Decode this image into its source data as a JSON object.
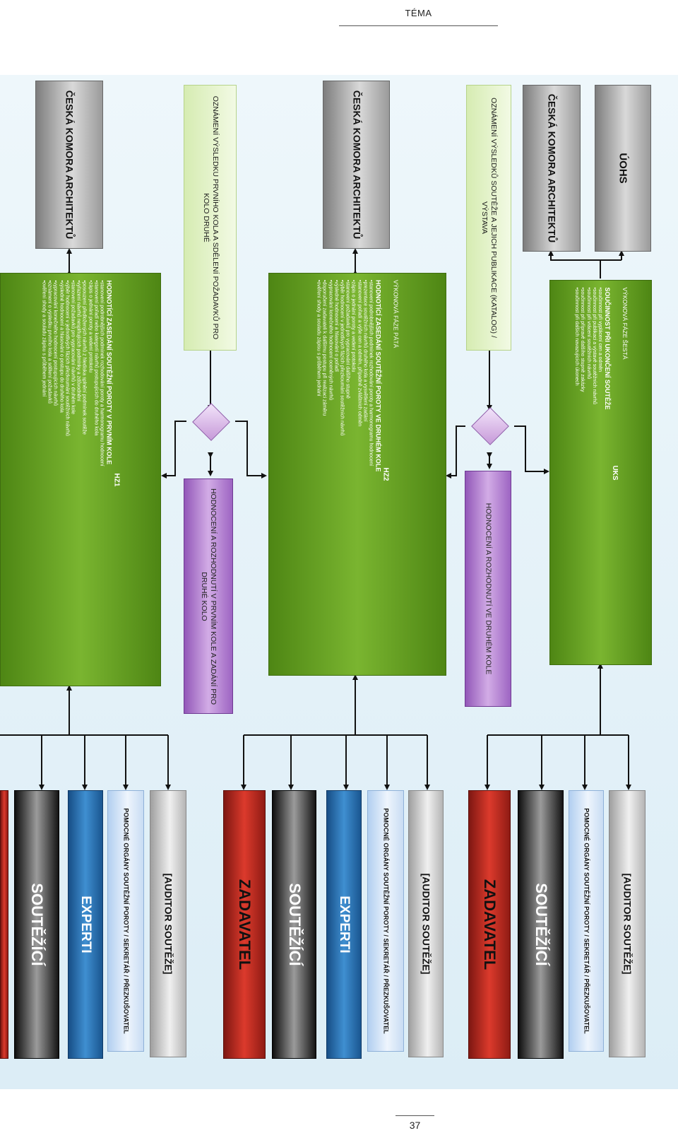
{
  "header": {
    "title": "TÉMA"
  },
  "footer": {
    "page_number": "37"
  },
  "chamber_label": "ČESKÁ KOMORA ARCHITEKTŮ",
  "uohs_label": "ÚOHS",
  "announce1": "OZNÁMENÍ VÝSLEDKU PRVNÍHO KOLA A SDĚLENÍ POŽADAVKŮ PRO KOLO DRUHÉ",
  "announce2": "OZNÁMENÍ VÝSLEDKŮ SOUTĚŽE A JEJICH PUBLIKACE (KATALOG) / VÝSTAVA",
  "eval1": "HODNOCENÍ A ROZHODNUTÍ V PRVNÍM KOLE A ZADÁNÍ PRO DRUHÉ KOLO",
  "eval2": "HODNOCENÍ A ROZHODNUTÍ VE DRUHÉM KOLE",
  "phase1": {
    "code": "HZ1",
    "title": "HODNOTÍCÍ ZASEDÁNÍ SOUTĚŽNÍ POROTY V PRVNÍM KOLE",
    "lines": [
      "•stanovení podrobnějších podmínek rozhodování poroty a harmonogramu hodnocení",
      "•stanovení pořadí nebo kategorií návrhů postupujících do druhého kola",
      "•zápis o jednání poroty a vedení protokolu",
      "•posouzení předložených návrhů z hlediska splnění podmínek soutěže",
      "•vyřazení návrhů nesplňujících podmínky a zdůvodnění",
      "•stanovení požadavků pro vypracování návrhů v druhém kole",
      "•výběr hodnocení v jednotlivých fázích přezkoumání soutěžních návrhů",
      "•výsledné hodnocení a hlasování o postupu do druhého kola",
      "•vypracování konečného hodnocení postupujících návrhů",
      "•oznámení o výsledku prvního kola a sdělení požadavků",
      "•ověření shody a souladu zápisu s průběhem jednání"
    ]
  },
  "phase2": {
    "phase": "VÝKONOVÁ FÁZE PÁTÁ",
    "code": "HZ2",
    "title": "HODNOTÍCÍ ZASEDÁNÍ SOUTĚŽNÍ POROTY VE DRUHÉM KOLE",
    "lines": [
      "•stanovení podrobnějších podmínek rozhodování poroty a harmonogramu hodnocení",
      "•prezentace soutěžních návrhů druhého kola a vysvětlení zadání",
      "•stanovení pořadí a výše cen a odměn, případně zvláštních odměn",
      "•zápis o jednání poroty a vedení protokolu",
      "•stanovení požadavků pro vypracování dalšího stupně",
      "•výběr hodnocení v jednotlivých fázích přezkoumání soutěžních návrhů",
      "•výsledné hodnocení a hlasování o pořadí",
      "•vypracování konečného hodnocení oceněných návrhů",
      "•doporučení zadavateli k dalšímu postupu při realizaci záměru",
      "•ověření shody a souladu zápisu s průběhem jednání"
    ]
  },
  "phase3": {
    "phase": "VÝKONOVÁ FÁZE ŠESTÁ",
    "code": "UKS",
    "title": "SOUČINNOST PŘI UKONČENÍ SOUTĚŽE",
    "lines": [
      "•součinnost při vyplácení cen a odměn",
      "•součinnost při publikaci a výstavě soutěžních návrhů",
      "•součinnost při vrácení soutěžních návrhů",
      "•součinnost při přípravě dalšího stupně zakázky",
      "•součinnost při dalších navazujících úkonech"
    ]
  },
  "participants": {
    "zadavatel": "ZADAVATEL",
    "soutezici": "SOUTĚŽÍCÍ",
    "experti": "EXPERTI",
    "pomocne": "POMOCNÉ ORGÁNY SOUTĚŽNÍ POROTY / SEKRETÁŘ / PŘEZKUŠOVATEL",
    "auditor": "[AUDITOR SOUTĚŽE]"
  }
}
